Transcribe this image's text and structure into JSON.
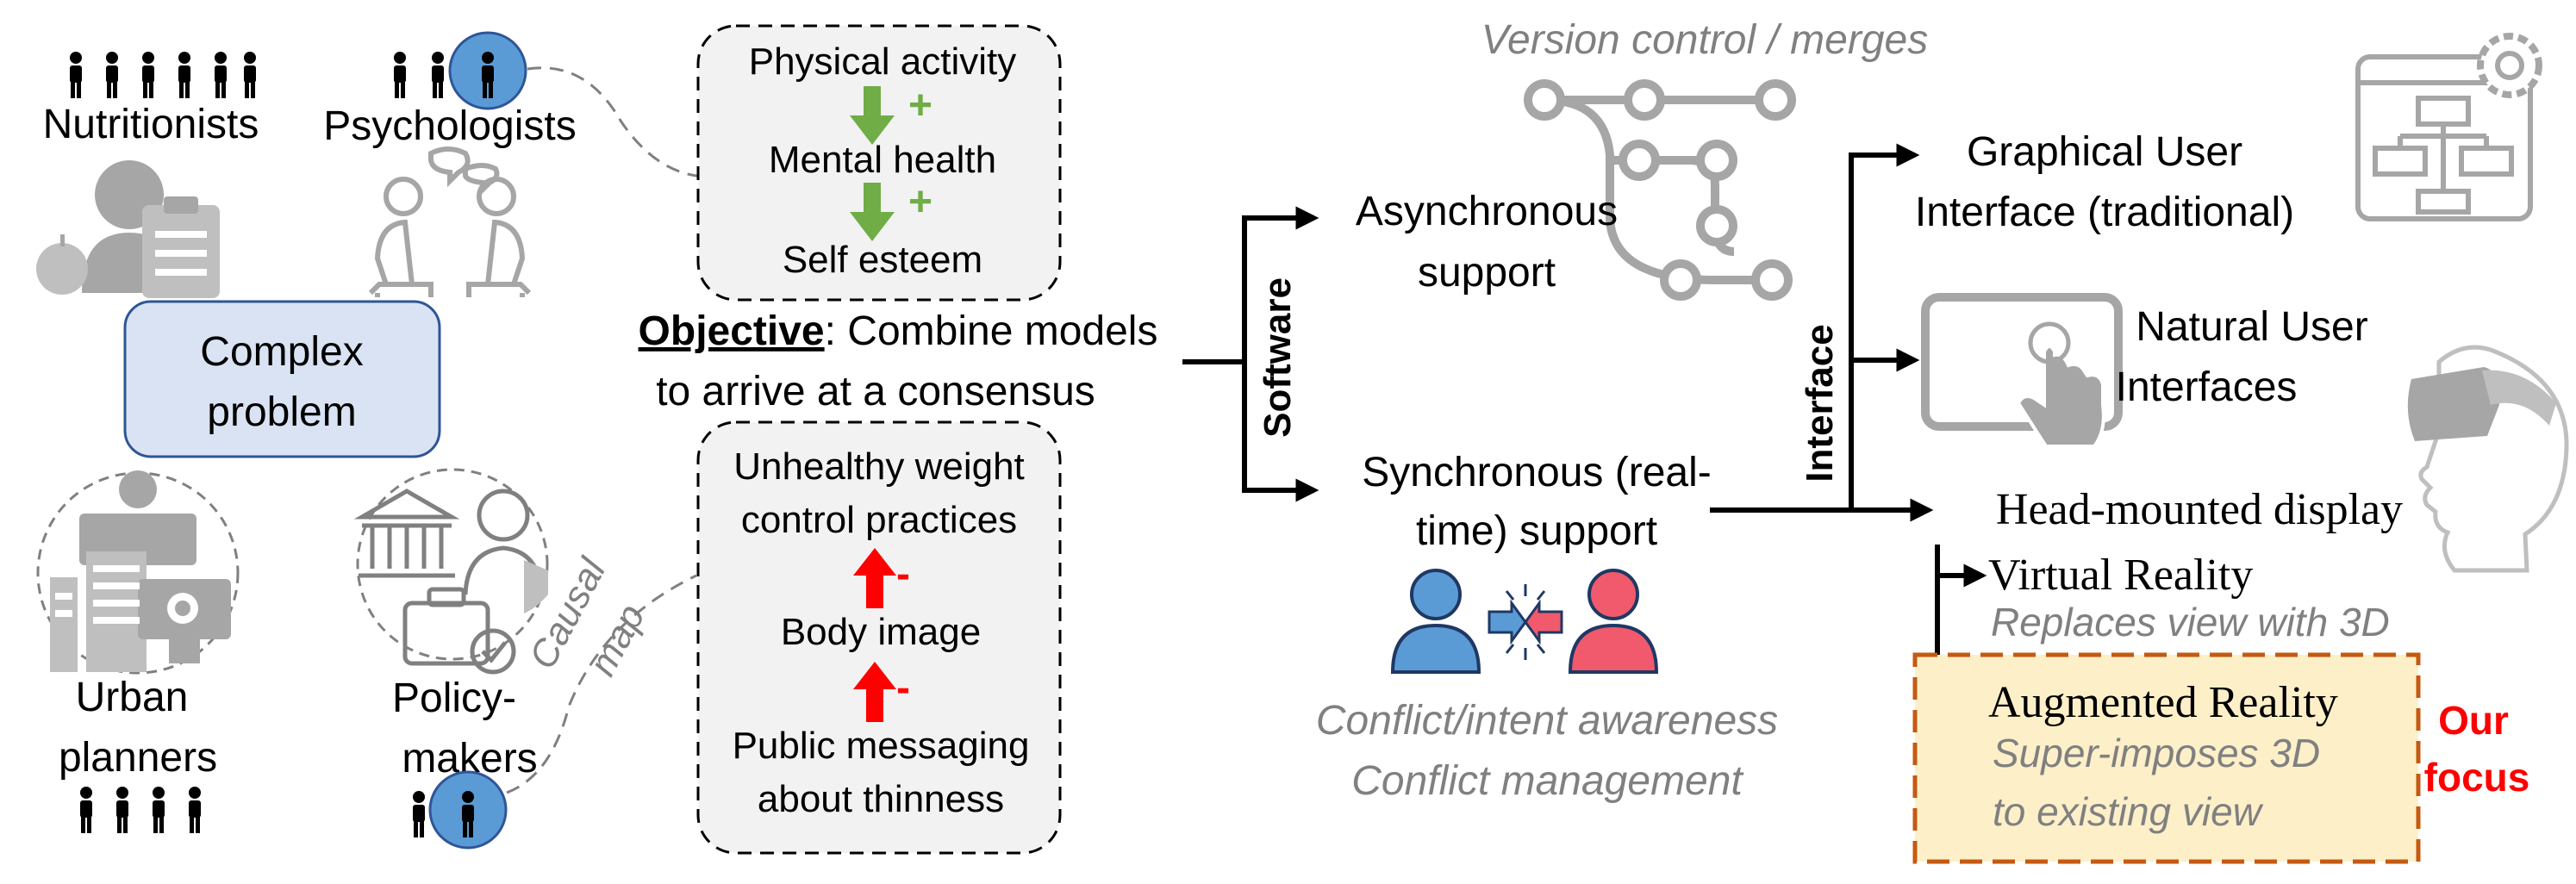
{
  "stakeholders": {
    "nutritionists": "Nutritionists",
    "psychologists": "Psychologists",
    "urban_planners_1": "Urban",
    "urban_planners_2": "planners",
    "policy_makers_1": "Policy-",
    "policy_makers_2": "makers"
  },
  "problem": {
    "line1": "Complex",
    "line2": "problem"
  },
  "model_top": {
    "item1": "Physical activity",
    "item2": "Mental health",
    "item3": "Self esteem",
    "sign": "+"
  },
  "model_bottom": {
    "item1a": "Unhealthy weight",
    "item1b": "control practices",
    "item2": "Body image",
    "item3a": "Public messaging",
    "item3b": "about thinness",
    "sign": "-"
  },
  "causal_map": {
    "line1": "Causal",
    "line2": "map"
  },
  "objective": {
    "label": "Objective",
    "rest": ": Combine models",
    "line2": "to arrive at a consensus"
  },
  "software": {
    "label": "Software",
    "async_1": "Asynchronous",
    "async_2": "support",
    "version_control": "Version control / merges",
    "sync_1": "Synchronous (real-",
    "sync_2": "time) support",
    "conflict_1": "Conflict/intent awareness",
    "conflict_2": "Conflict management"
  },
  "interface": {
    "label": "Interface",
    "gui_1": "Graphical User",
    "gui_2": "Interface (traditional)",
    "nui_1": "Natural User",
    "nui_2": "Interfaces",
    "hmd": "Head-mounted display",
    "vr": "Virtual Reality",
    "vr_desc": "Replaces view with 3D",
    "ar": "Augmented Reality",
    "ar_desc_1": "Super-imposes 3D",
    "ar_desc_2": "to existing view",
    "focus_1": "Our",
    "focus_2": "focus"
  },
  "colors": {
    "problem_fill": "#dae3f3",
    "problem_stroke": "#2f5597",
    "positive_arrow": "#70ad47",
    "negative_arrow": "#ff0000",
    "focus_text": "#ff0000",
    "focus_fill": "#fdf0c9",
    "focus_stroke": "#c55a11",
    "badge_blue": "#5b9bd5",
    "gray_text": "#808080",
    "icon_gray": "#a6a6a6"
  }
}
